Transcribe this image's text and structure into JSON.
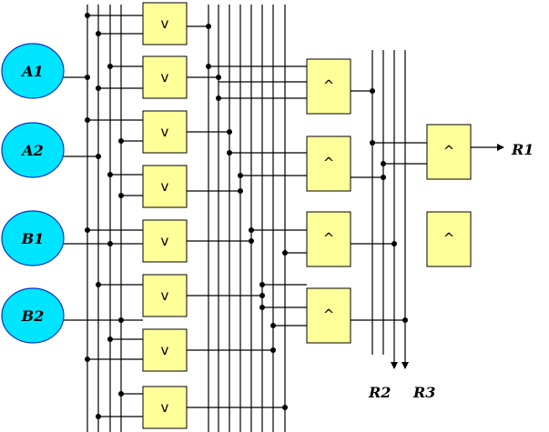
{
  "inputs": [
    {
      "id": "a1",
      "label": "A1"
    },
    {
      "id": "a2",
      "label": "A2"
    },
    {
      "id": "b1",
      "label": "B1"
    },
    {
      "id": "b2",
      "label": "B2"
    }
  ],
  "or_gate_symbol": "v",
  "and_gate_symbol": "^",
  "outputs": [
    {
      "id": "r1",
      "label": "R1"
    },
    {
      "id": "r2",
      "label": "R2"
    },
    {
      "id": "r3",
      "label": "R3"
    }
  ],
  "colors": {
    "input_fill": "#00e5ff",
    "input_stroke": "#0033cc",
    "gate_fill": "#ffff99",
    "wire": "#000000"
  }
}
